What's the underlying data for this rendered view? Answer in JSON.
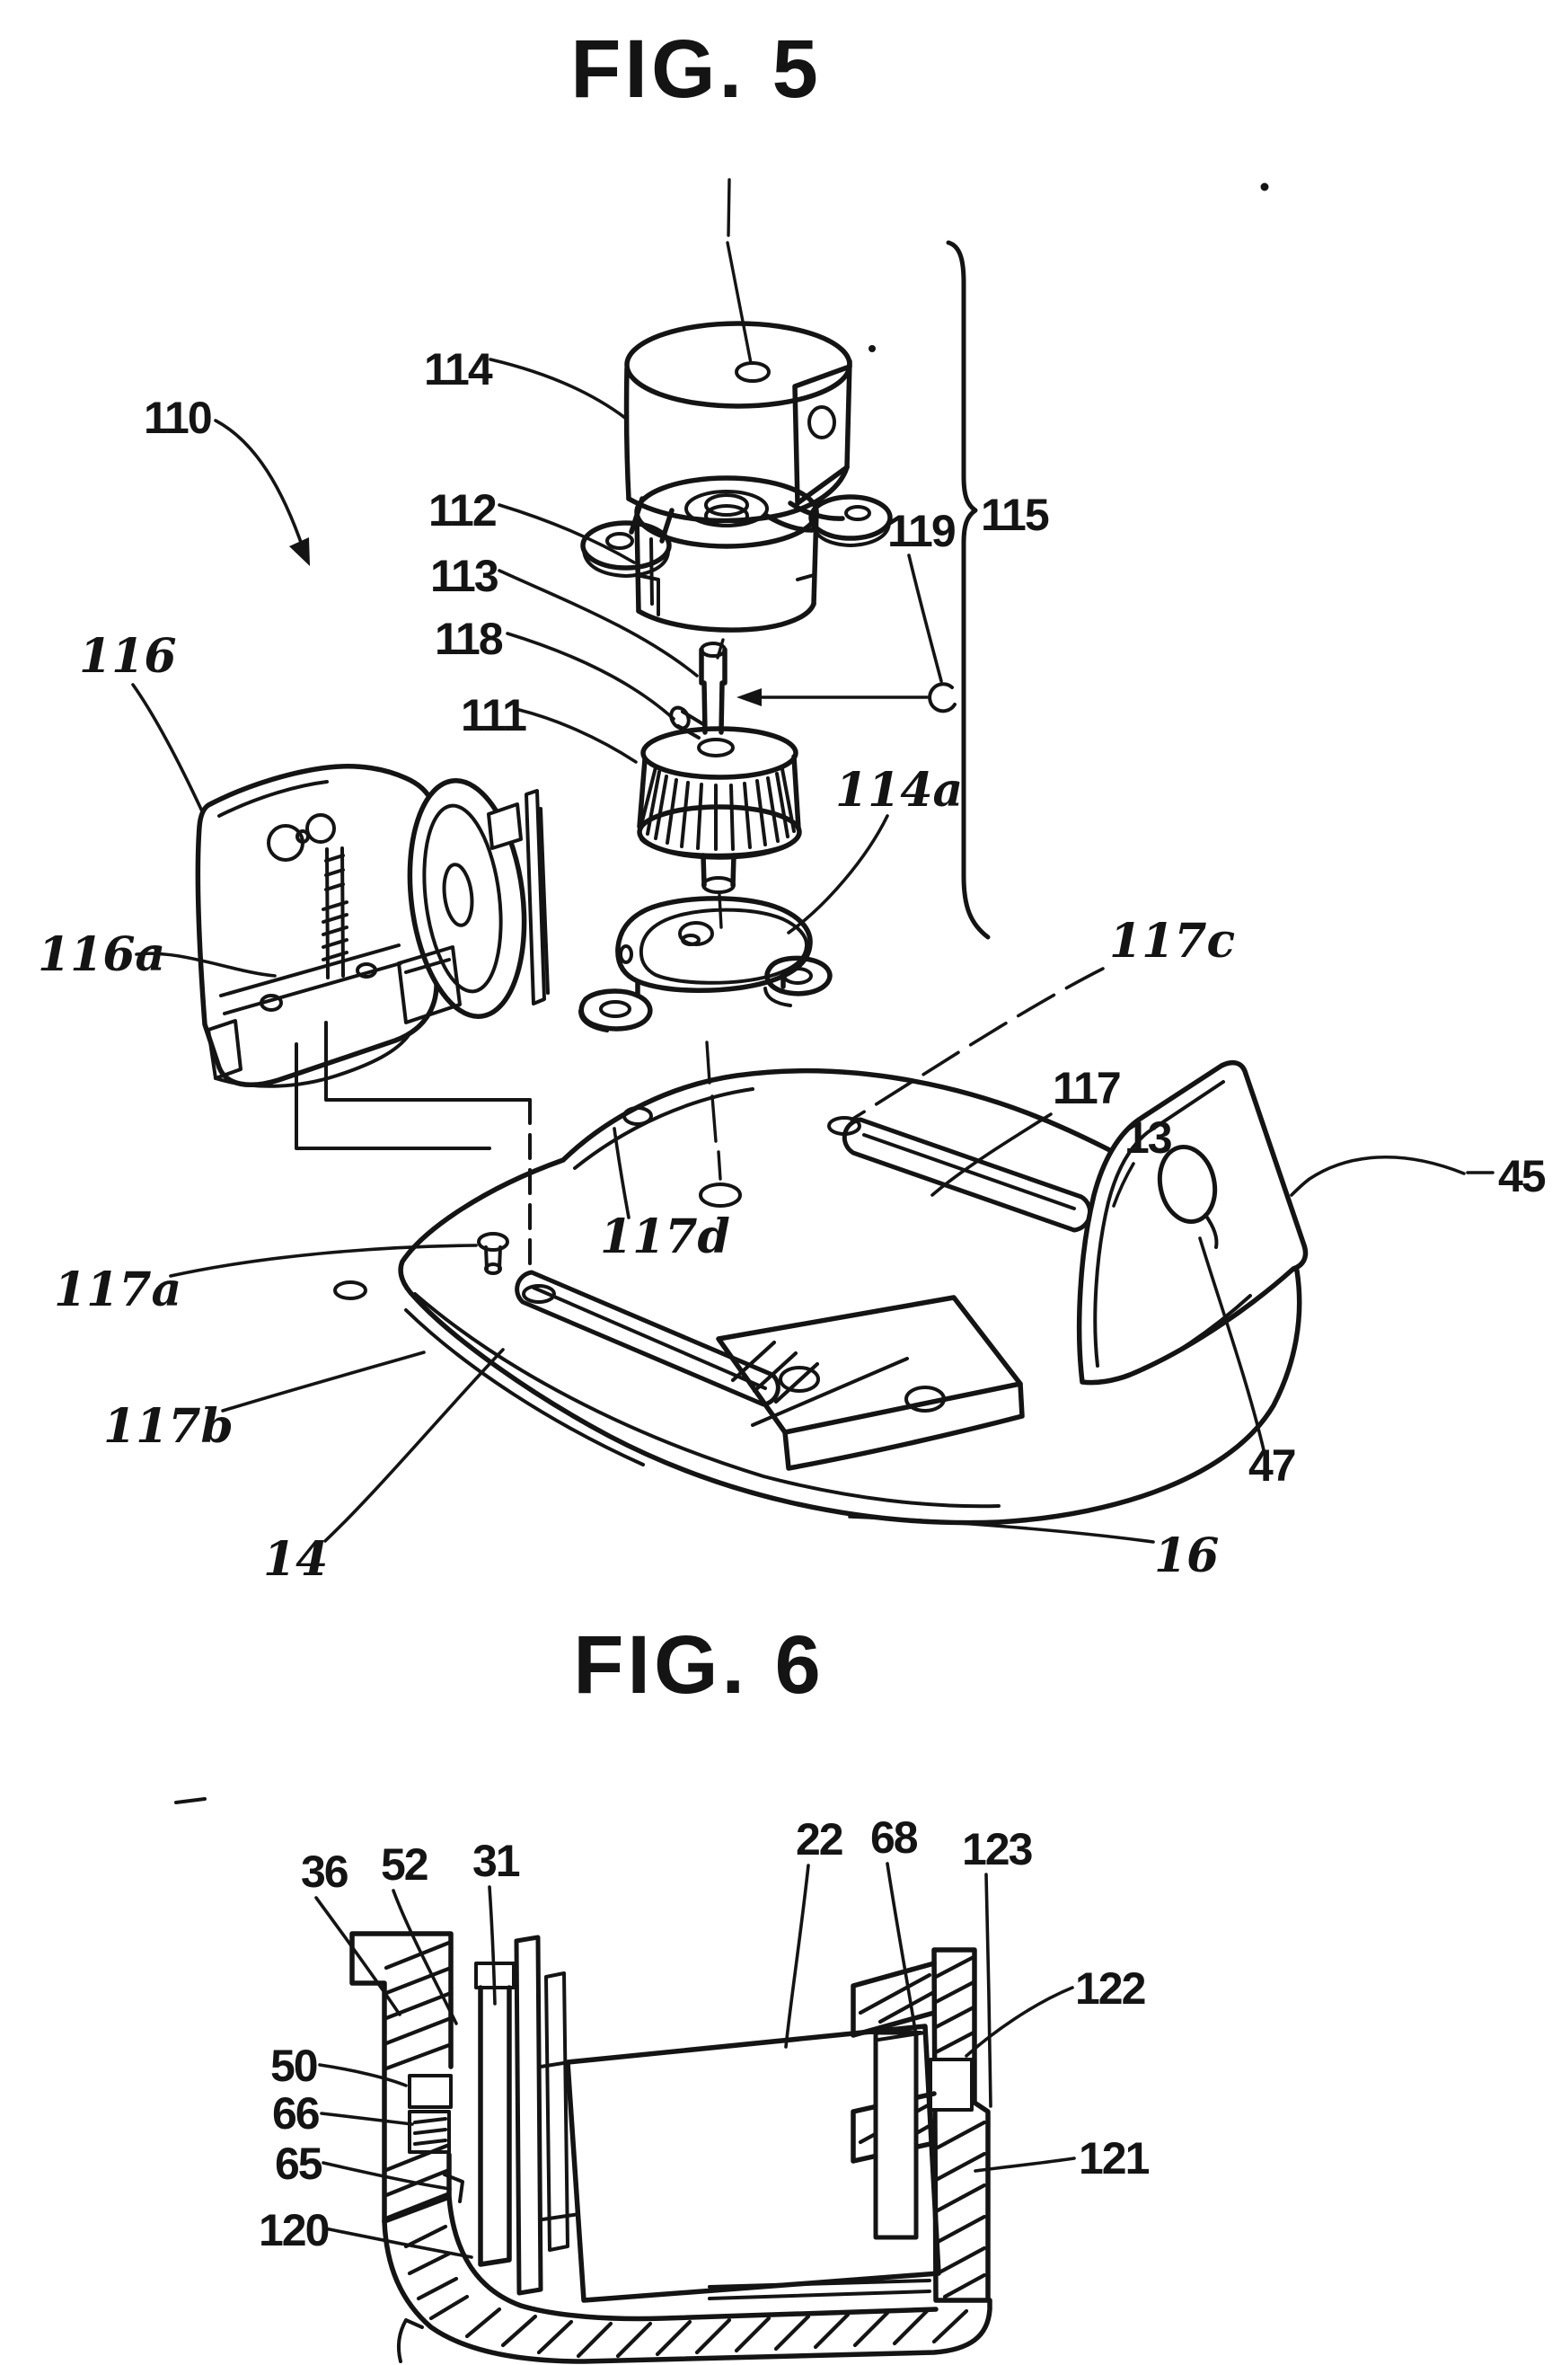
{
  "figure5": {
    "title": "FIG. 5",
    "labels": [
      {
        "id": "110",
        "text": "110"
      },
      {
        "id": "114",
        "text": "114"
      },
      {
        "id": "112",
        "text": "112"
      },
      {
        "id": "113",
        "text": "113"
      },
      {
        "id": "118",
        "text": "118"
      },
      {
        "id": "111",
        "text": "111"
      },
      {
        "id": "119",
        "text": "119"
      },
      {
        "id": "115",
        "text": "115"
      },
      {
        "id": "116",
        "text": "116"
      },
      {
        "id": "116a",
        "text": "116a"
      },
      {
        "id": "114a",
        "text": "114a"
      },
      {
        "id": "117c",
        "text": "117c"
      },
      {
        "id": "117",
        "text": "117"
      },
      {
        "id": "13",
        "text": "13"
      },
      {
        "id": "45",
        "text": "45"
      },
      {
        "id": "117a",
        "text": "117a"
      },
      {
        "id": "117d",
        "text": "117d"
      },
      {
        "id": "117b",
        "text": "117b"
      },
      {
        "id": "14",
        "text": "14"
      },
      {
        "id": "16",
        "text": "16"
      },
      {
        "id": "47",
        "text": "47"
      }
    ]
  },
  "figure6": {
    "title": "FIG. 6",
    "labels": [
      {
        "id": "36",
        "text": "36"
      },
      {
        "id": "52",
        "text": "52"
      },
      {
        "id": "31",
        "text": "31"
      },
      {
        "id": "22",
        "text": "22"
      },
      {
        "id": "68",
        "text": "68"
      },
      {
        "id": "123",
        "text": "123"
      },
      {
        "id": "50",
        "text": "50"
      },
      {
        "id": "66",
        "text": "66"
      },
      {
        "id": "65",
        "text": "65"
      },
      {
        "id": "120",
        "text": "120"
      },
      {
        "id": "122",
        "text": "122"
      },
      {
        "id": "121",
        "text": "121"
      }
    ]
  }
}
